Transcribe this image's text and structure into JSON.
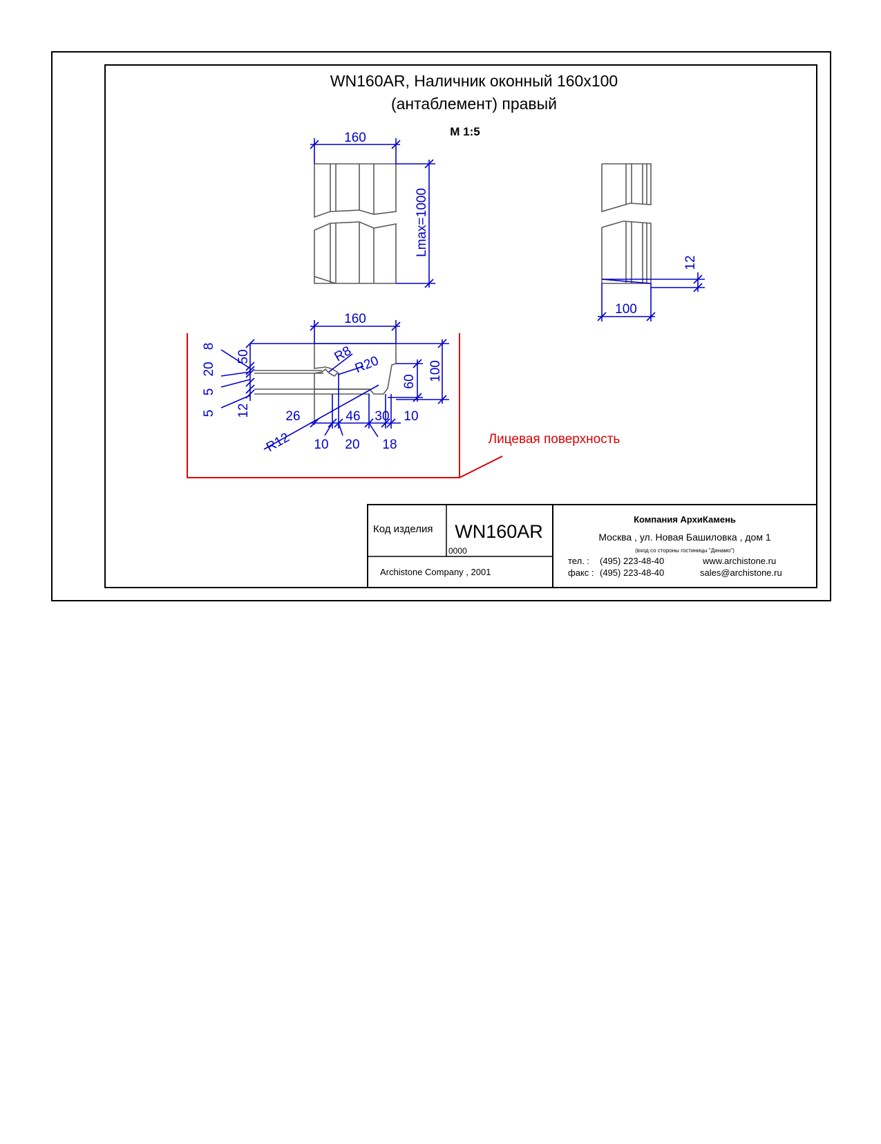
{
  "title": {
    "line1": "WN160AR, Наличник оконный 160x100",
    "line2": "(антаблемент) правый",
    "scale": "M 1:5"
  },
  "front_view": {
    "width_dim": "160",
    "length_dim": "Lmax=1000"
  },
  "side_view": {
    "width_dim": "100",
    "chamfer_dim": "12"
  },
  "section": {
    "dims": {
      "top_width": "160",
      "height_total": "100",
      "height_60": "60",
      "r8": "R8",
      "r20": "R20",
      "r12": "R12",
      "d50": "50",
      "d8": "8",
      "d20_left": "20",
      "d5a": "5",
      "d5b": "5",
      "d12": "12",
      "d26": "26",
      "d46": "46",
      "d30": "30",
      "d10_right": "10",
      "d10_bottom": "10",
      "d20_bottom": "20",
      "d18": "18"
    },
    "face_label": "Лицевая поверхность",
    "face_color": "#dd0000"
  },
  "title_block": {
    "code_label": "Код изделия",
    "code_value": "WN160AR",
    "code_number": "0000",
    "copyright": "Archistone  Company ,  2001",
    "company": "Компания  АрхиКамень",
    "address": "Москва , ул. Новая Башиловка , дом 1",
    "entrance_note": "(вход со стороны гостиницы \"Динамо\")",
    "tel_label": "тел.   :",
    "tel_value": "(495) 223-48-40",
    "fax_label": "факс :",
    "fax_value": "(495) 223-48-40",
    "website": "www.archistone.ru",
    "email": "sales@archistone.ru"
  },
  "colors": {
    "dimension": "#0000cc",
    "part_outline": "#5a5a5a",
    "frame": "#000000",
    "face_marker": "#dd0000"
  }
}
